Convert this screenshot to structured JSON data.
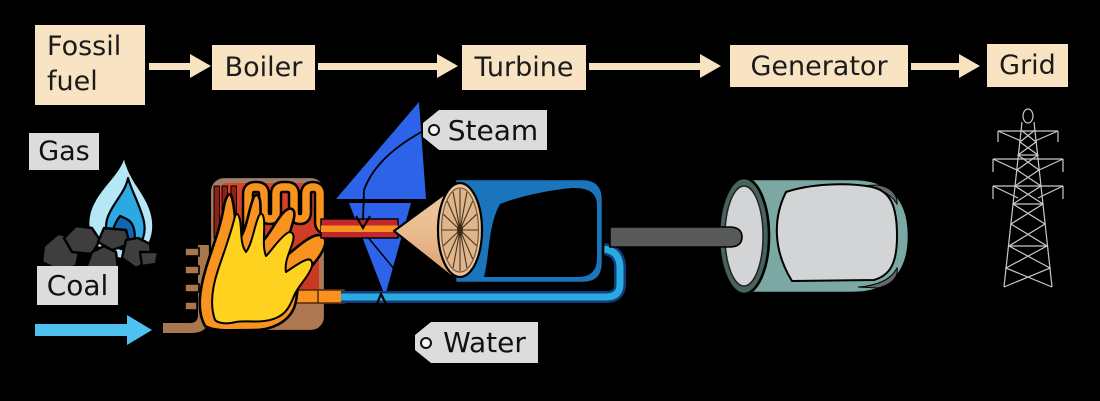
{
  "flow": {
    "boxes": [
      {
        "label": "Fossil fuel"
      },
      {
        "label": "Boiler"
      },
      {
        "label": "Turbine"
      },
      {
        "label": "Generator"
      },
      {
        "label": "Grid"
      }
    ]
  },
  "labels": {
    "gas": "Gas",
    "coal": "Coal",
    "steam": "Steam",
    "water": "Water"
  },
  "icons": {
    "gas-flame-icon": "blue teardrop flame",
    "coal-icon": "pile of dark coal lumps",
    "fuel-feed-arrow-icon": "cyan right arrow into furnace pipe",
    "boiler-icon": "brown furnace with fire and heating coil",
    "steam-flash-icon": "blue lightning bolt of steam",
    "turbine-icon": "blue turbine housing with bladed cone wheel",
    "shaft-icon": "gray drive shaft",
    "generator-icon": "teal generator cylinder",
    "pylon-icon": "electricity transmission tower",
    "flow-arrow-icon": "cream process arrow",
    "tag-ring-icon": "label tag ring",
    "steam-pointer-icon": "black arrow pointing at steam pipe",
    "water-pointer-icon": "black arrow pointing at water pipe"
  },
  "colors": {
    "background": "#000000",
    "box_fill": "#F8E3C2",
    "tag_fill": "#DCDCDC",
    "text": "#1B1B1B",
    "steam_flash_blue": "#2C63E8",
    "water_pipe_blue": "#29ABE2",
    "turbine_housing_blue": "#1B75BC",
    "pipe_orange": "#F7931E",
    "pipe_red": "#C1272D",
    "flame_yellow": "#FFD21F",
    "flame_orange": "#F7931E",
    "gas_flame_pale": "#B5E7F7",
    "gas_flame_mid": "#2BA9E2",
    "gas_flame_core": "#1165B3",
    "generator_teal": "#7BA8A3",
    "generator_face_gray": "#D2D4D5",
    "boiler_brown": "#A9774E",
    "firebox_red": "#D8432B",
    "coal_gray": "#3E3E3E",
    "shaft_gray": "#58595B",
    "feed_arrow_cyan": "#4FC1F0",
    "pylon_gray": "#C6CBCA"
  }
}
